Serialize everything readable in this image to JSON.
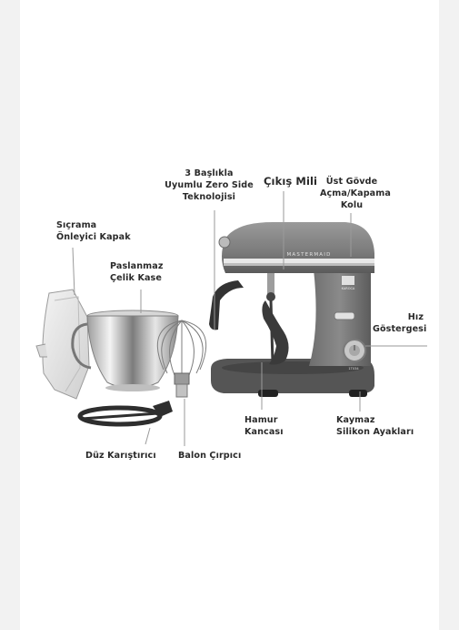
{
  "product": {
    "brand_text": "MASTERMAID",
    "badge_text": "KAROCA",
    "model_text": "1T034"
  },
  "labels": {
    "splash_guard": "Sıçrama\nÖnleyici Kapak",
    "steel_bowl": "Paslanmaz\nÇelik Kase",
    "zero_side": "3 Başlıkla\nUyumlu Zero Side\nTeknolojisi",
    "output_shaft": "Çıkış Mili",
    "top_body": "Üst Gövde\nAçma/Kapama\nKolu",
    "speed": "Hız\nGöstergesi",
    "dough_hook": "Hamur\nKancası",
    "feet": "Kaymaz\nSilikon Ayakları",
    "flat_beater": "Düz Karıştırıcı",
    "whisk": "Balon Çırpıcı"
  }
}
